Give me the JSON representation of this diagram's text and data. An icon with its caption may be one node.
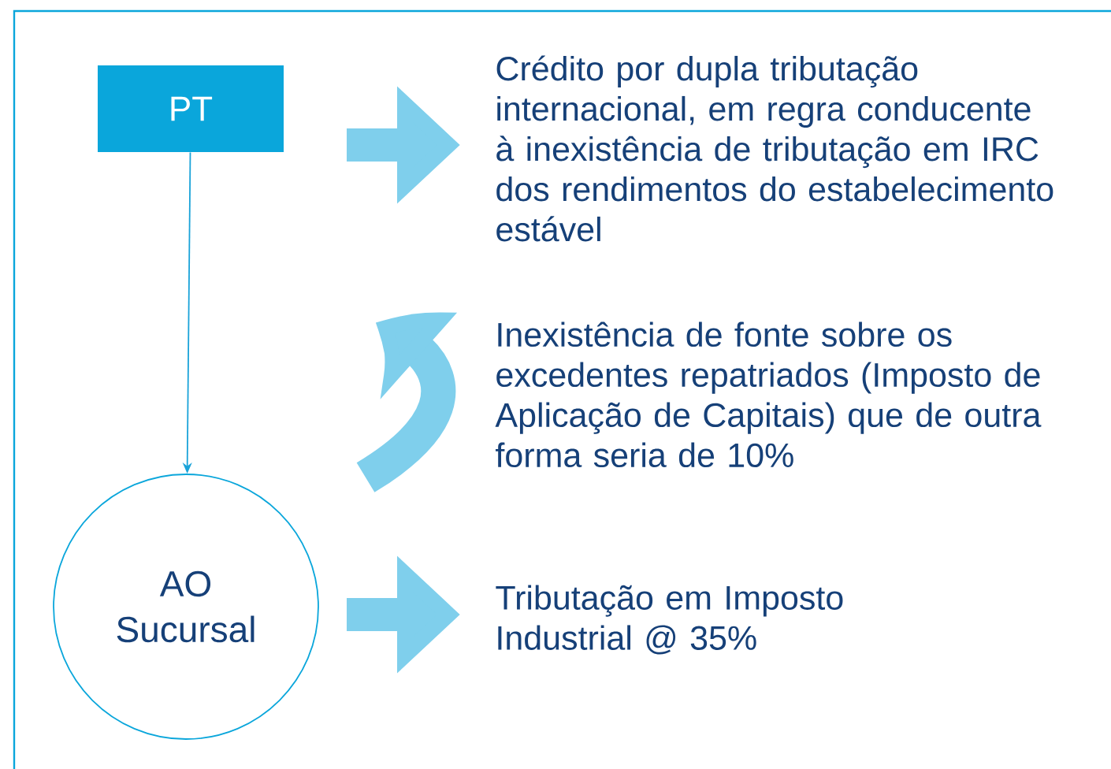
{
  "diagram": {
    "nodes": [
      {
        "text": [
          "PT"
        ]
      },
      {
        "text": [
          "AO Sucursal"
        ]
      },
      {
        "text": [
          "Crédito por dupla tributação internacional, em regra conducente à inexistência de tributação em IRC dos rendimentos do estabelecimento estável"
        ]
      },
      {
        "text": [
          "Inexistência de fonte sobre os excedentes repatriados (Imposto de Aplicação de Capitais) que de outra forma seria de 10%"
        ]
      },
      {
        "text": [
          "Tributação em Imposto Industrial @ 35%"
        ]
      }
    ],
    "edges": [
      {
        "from": 0,
        "to": 1,
        "arrow": "to",
        "color": "#1aa3d9"
      }
    ]
  }
}
